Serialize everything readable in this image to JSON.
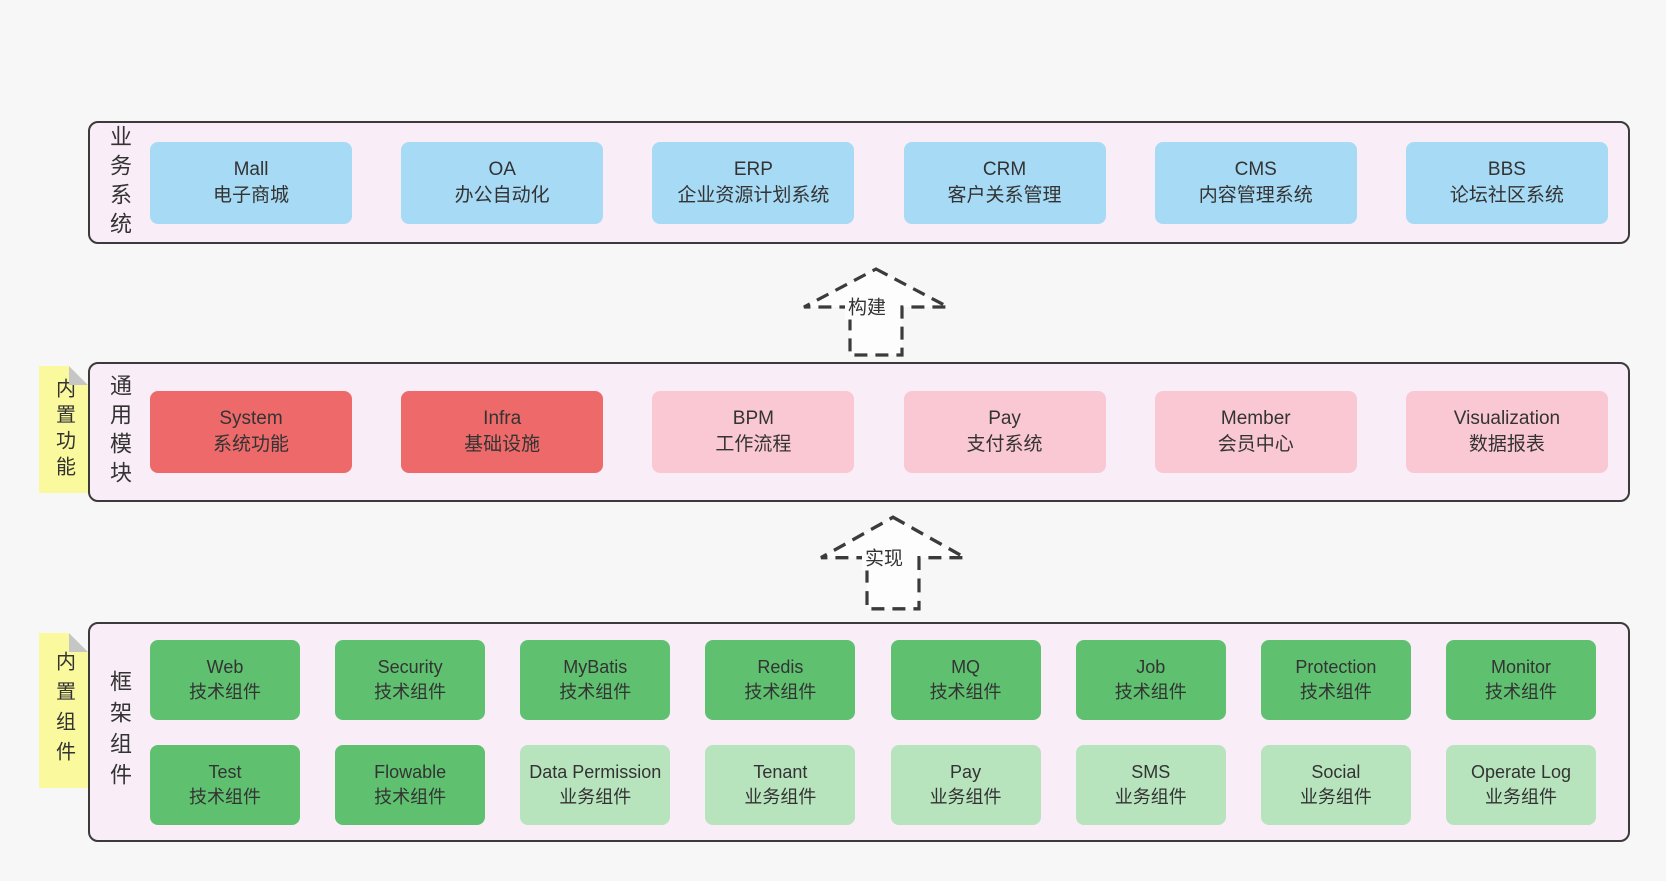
{
  "colors": {
    "page_bg": "#f7f7f7",
    "band_bg": "#f9edf7",
    "band_border": "#3b3b3b",
    "blue": "#a7daf4",
    "red": "#ee6a6a",
    "pink": "#fac8d2",
    "green_dark": "#5fc170",
    "green_light": "#b7e3bd",
    "sticky_yellow": "#fbf99d",
    "sticky_fold": "#c6c6c6",
    "text": "#333333",
    "arrow_fill": "#fdfdfd"
  },
  "arrows": {
    "build": "构建",
    "implement": "实现"
  },
  "bands": {
    "business": {
      "label": "业务系统",
      "boxes": [
        {
          "title": "Mall",
          "subtitle": "电子商城"
        },
        {
          "title": "OA",
          "subtitle": "办公自动化"
        },
        {
          "title": "ERP",
          "subtitle": "企业资源计划系统"
        },
        {
          "title": "CRM",
          "subtitle": "客户关系管理"
        },
        {
          "title": "CMS",
          "subtitle": "内容管理系统"
        },
        {
          "title": "BBS",
          "subtitle": "论坛社区系统"
        }
      ]
    },
    "modules": {
      "label": "通用模块",
      "sticky": "内置功能",
      "boxes": [
        {
          "title": "System",
          "subtitle": "系统功能"
        },
        {
          "title": "Infra",
          "subtitle": "基础设施"
        },
        {
          "title": "BPM",
          "subtitle": "工作流程"
        },
        {
          "title": "Pay",
          "subtitle": "支付系统"
        },
        {
          "title": "Member",
          "subtitle": "会员中心"
        },
        {
          "title": "Visualization",
          "subtitle": "数据报表"
        }
      ]
    },
    "components": {
      "label": "框架组件",
      "sticky": "内置组件",
      "rows": [
        [
          {
            "title": "Web",
            "subtitle": "技术组件"
          },
          {
            "title": "Security",
            "subtitle": "技术组件"
          },
          {
            "title": "MyBatis",
            "subtitle": "技术组件"
          },
          {
            "title": "Redis",
            "subtitle": "技术组件"
          },
          {
            "title": "MQ",
            "subtitle": "技术组件"
          },
          {
            "title": "Job",
            "subtitle": "技术组件"
          },
          {
            "title": "Protection",
            "subtitle": "技术组件"
          },
          {
            "title": "Monitor",
            "subtitle": "技术组件"
          }
        ],
        [
          {
            "title": "Test",
            "subtitle": "技术组件"
          },
          {
            "title": "Flowable",
            "subtitle": "技术组件"
          },
          {
            "title": "Data Permission",
            "subtitle": "业务组件"
          },
          {
            "title": "Tenant",
            "subtitle": "业务组件"
          },
          {
            "title": "Pay",
            "subtitle": "业务组件"
          },
          {
            "title": "SMS",
            "subtitle": "业务组件"
          },
          {
            "title": "Social",
            "subtitle": "业务组件"
          },
          {
            "title": "Operate Log",
            "subtitle": "业务组件"
          }
        ]
      ]
    }
  }
}
